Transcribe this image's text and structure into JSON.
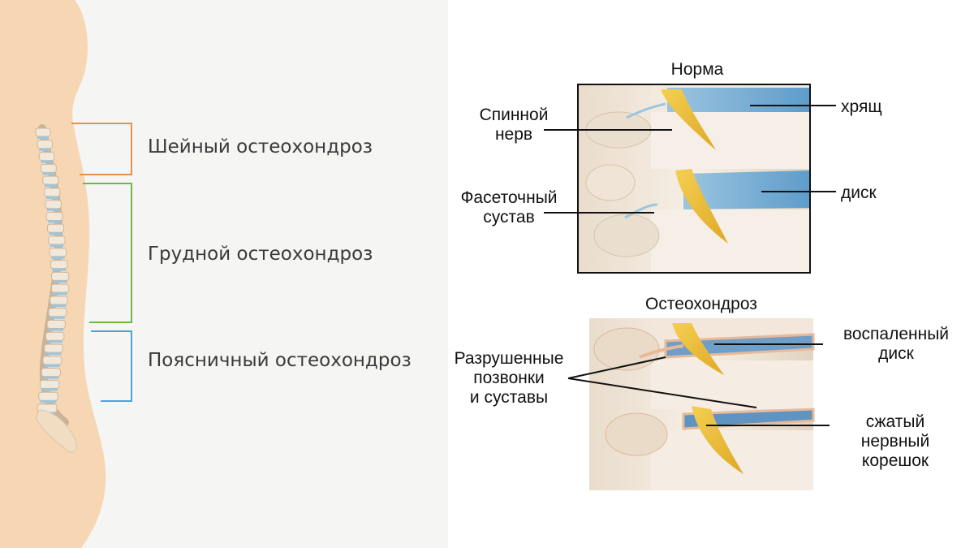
{
  "regions": [
    {
      "label": "Шейный остеохондроз",
      "color": "#e8914a"
    },
    {
      "label": "Грудной остеохондроз",
      "color": "#6cb84a"
    },
    {
      "label": "Поясничный остеохондроз",
      "color": "#4aa3e0"
    }
  ],
  "normal_panel": {
    "title": "Норма",
    "labels": {
      "spinal_nerve": [
        "Спинной",
        "нерв"
      ],
      "facet_joint": [
        "Фасеточный",
        "сустав"
      ],
      "cartilage": "хрящ",
      "disc": "диск"
    }
  },
  "osteo_panel": {
    "title": "Остеохондроз",
    "labels": {
      "destroyed": [
        "Разрушенные",
        "позвонки",
        "и суставы"
      ],
      "inflamed_disc": [
        "воспаленный",
        "диск"
      ],
      "compressed_root": [
        "сжатый",
        "нервный",
        "корешок"
      ]
    }
  },
  "colors": {
    "skin": "#f7d6b3",
    "bone": "#f1e6d8",
    "disc_blue": "#7fb4d6",
    "nerve_yellow": "#f0c23a"
  }
}
